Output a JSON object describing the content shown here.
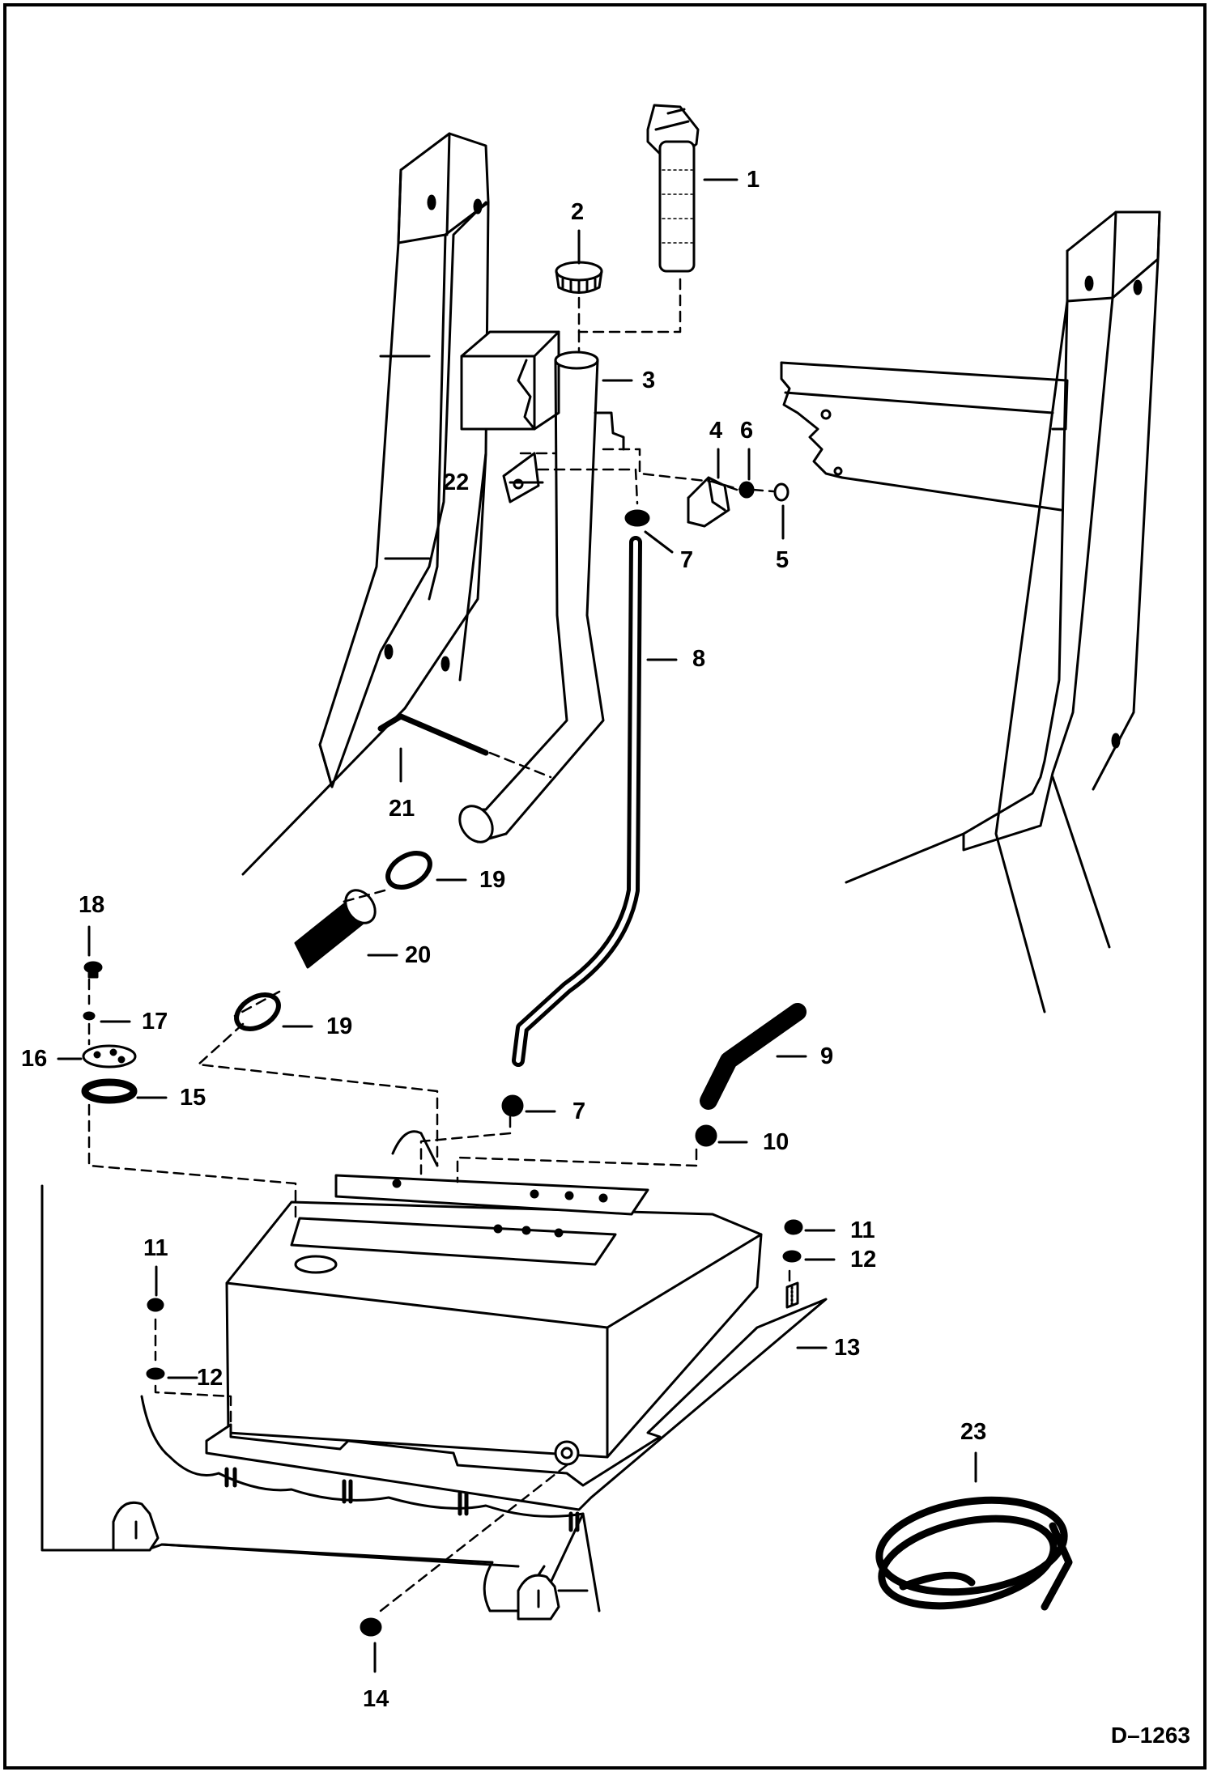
{
  "drawing_code": "D–1263",
  "callouts": {
    "c1": "1",
    "c2": "2",
    "c3": "3",
    "c4": "4",
    "c5": "5",
    "c6": "6",
    "c7a": "7",
    "c7b": "7",
    "c8": "8",
    "c9": "9",
    "c10": "10",
    "c11a": "11",
    "c11b": "11",
    "c12a": "12",
    "c12b": "12",
    "c13": "13",
    "c14": "14",
    "c15": "15",
    "c16": "16",
    "c17": "17",
    "c18": "18",
    "c19a": "19",
    "c19b": "19",
    "c20": "20",
    "c21": "21",
    "c22": "22",
    "c23": "23"
  }
}
